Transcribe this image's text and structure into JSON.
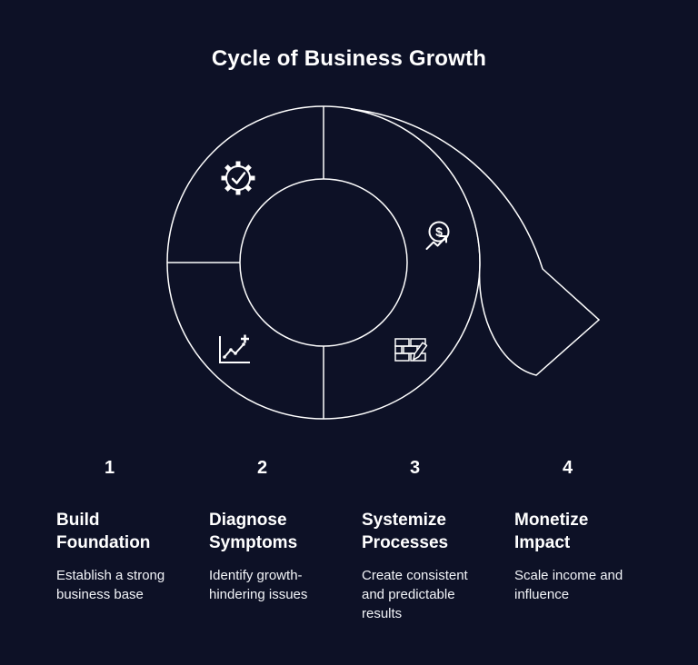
{
  "title": "Cycle of Business Growth",
  "colors": {
    "background": "#0d1126",
    "line": "#ffffff",
    "text": "#ffffff"
  },
  "diagram": {
    "type": "cycle-with-exit-arrow",
    "segments": 4,
    "icons": {
      "build": "gear-checkmark-icon",
      "diagnose": "chart-plus-icon",
      "systemize": "bricks-pencil-icon",
      "monetize": "dollar-growth-icon"
    },
    "monetize_symbol": "$"
  },
  "steps": [
    {
      "number": "1",
      "title": "Build Foundation",
      "description": "Establish a strong business base"
    },
    {
      "number": "2",
      "title": "Diagnose Symptoms",
      "description": "Identify growth-hindering issues"
    },
    {
      "number": "3",
      "title": "Systemize Processes",
      "description": "Create consistent and predictable results"
    },
    {
      "number": "4",
      "title": "Monetize Impact",
      "description": "Scale income and influence"
    }
  ]
}
